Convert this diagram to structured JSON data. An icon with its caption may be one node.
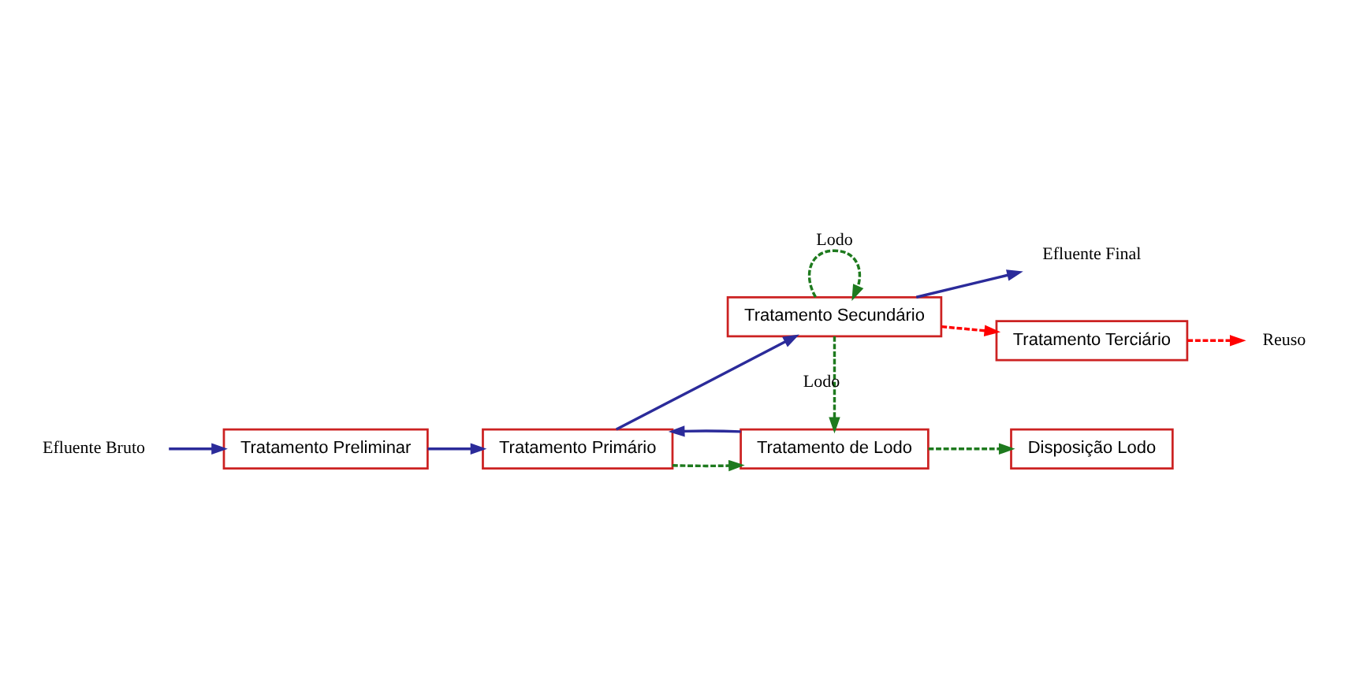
{
  "diagram": {
    "nodes": [
      {
        "text": [
          "Efluente Bruto"
        ]
      },
      {
        "text": [
          "Tratamento Preliminar"
        ]
      },
      {
        "text": [
          "Tratamento Primário"
        ]
      },
      {
        "text": [
          "Tratamento Secundário"
        ]
      },
      {
        "text": [
          "Efluente Final"
        ]
      },
      {
        "text": [
          "Tratamento Terciário"
        ]
      },
      {
        "text": [
          "Reuso"
        ]
      },
      {
        "text": [
          "Tratamento de Lodo"
        ]
      },
      {
        "text": [
          "Disposição Lodo"
        ]
      }
    ],
    "edges": [
      {
        "from": 0,
        "to": 1,
        "arrow": "to"
      },
      {
        "from": 1,
        "to": 2,
        "arrow": "to"
      },
      {
        "from": 2,
        "to": 3,
        "arrow": "to"
      },
      {
        "from": 3,
        "to": 4,
        "arrow": "to"
      },
      {
        "from": 3,
        "to": 3,
        "arrow": "to",
        "label": "Lodo",
        "style": "dashed",
        "color": "#1e7a1e"
      },
      {
        "from": 3,
        "to": 7,
        "arrow": "to",
        "label": "Lodo",
        "style": "dashed",
        "color": "#1e7a1e"
      },
      {
        "from": 2,
        "to": 7,
        "arrow": "to",
        "style": "dashed",
        "color": "#1e7a1e"
      },
      {
        "from": 3,
        "to": 5,
        "arrow": "to",
        "style": "dashed",
        "color": "#ff0000"
      },
      {
        "from": 5,
        "to": 6,
        "arrow": "to",
        "style": "dashed",
        "color": "#ff0000"
      },
      {
        "from": 7,
        "to": 2,
        "arrow": "to"
      },
      {
        "from": 7,
        "to": 8,
        "arrow": "to",
        "style": "dashed",
        "color": "#1e7a1e"
      }
    ]
  }
}
